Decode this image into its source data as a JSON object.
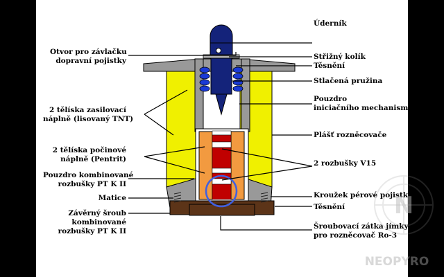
{
  "labels": {
    "udernik": "Úderník",
    "otvor_line1": "Otvor pro závlačku",
    "otvor_line2": "dopravní pojistky",
    "strizny_kolik": "Střižný kolík",
    "tesneni_top": "Těsnění",
    "stlacena_pruzina": "Stlačená pružina",
    "pouzdro_line1": "Pouzdro",
    "pouzdro_line2": "iniciačního mechanismu",
    "zasilovaci_line1": "2 tělíska zasilovací",
    "zasilovaci_line2": "náplně (lisovaný TNT)",
    "plast": "Plášť rozněcovače",
    "pocinove_line1": "2 tělíska počinové",
    "pocinove_line2": "náplně (Pentrit)",
    "rozbusky_v15": "2 rozbušky V15",
    "pouzdro_komb_line1": "Pouzdro kombinované",
    "pouzdro_komb_line2": "rozbušky PT K II",
    "krouzek": "Kroužek pérové pojistky",
    "matice": "Matice",
    "tesneni_bottom": "Těsnění",
    "zaverny_line1": "Závěrný šroub",
    "zaverny_line2": "kombinované",
    "zaverny_line3": "rozbušky PT K II",
    "sroubovaci_line1": "Šroubovací zátka jímky",
    "sroubovaci_line2": "pro rozněcovač Ro-3",
    "watermark": "NEOPYRO",
    "watermark_logo": "N"
  },
  "colors": {
    "yellow": "#f0f000",
    "grey": "#999999",
    "orange": "#f29a40",
    "red": "#c00000",
    "brown": "#5c3418",
    "blue": "#1a3ad6",
    "navy": "#14237a"
  }
}
